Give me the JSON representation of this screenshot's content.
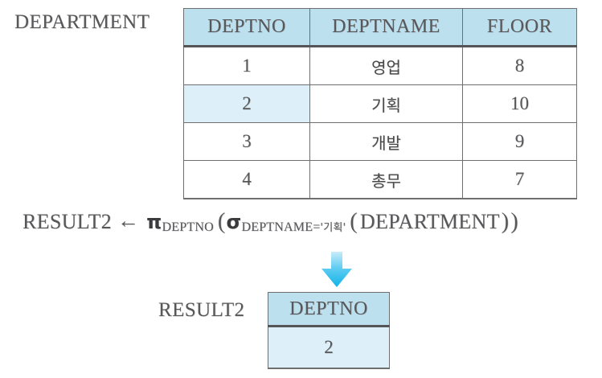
{
  "source": {
    "label": "DEPARTMENT",
    "columns": [
      "DEPTNO",
      "DEPTNAME",
      "FLOOR"
    ],
    "rows": [
      {
        "deptno": "1",
        "deptname": "영업",
        "floor": "8",
        "highlighted": false
      },
      {
        "deptno": "2",
        "deptname": "기획",
        "floor": "10",
        "highlighted": true
      },
      {
        "deptno": "3",
        "deptname": "개발",
        "floor": "9",
        "highlighted": false
      },
      {
        "deptno": "4",
        "deptname": "총무",
        "floor": "7",
        "highlighted": false
      }
    ]
  },
  "expression": {
    "result_name": "RESULT2",
    "assign_symbol": "←",
    "project_symbol": "π",
    "project_attributes": "DEPTNO",
    "open_paren": "(",
    "select_symbol": "σ",
    "select_condition_attribute": "DEPTNAME=",
    "select_condition_value": "'기획'",
    "operand_relation": "DEPARTMENT",
    "close_paren_inner": ")",
    "close_paren_outer": ")"
  },
  "arrow": {
    "direction": "down",
    "color_top": "#a9e4f7",
    "color_bottom": "#14b4e8"
  },
  "result": {
    "label": "RESULT2",
    "columns": [
      "DEPTNO"
    ],
    "rows": [
      {
        "deptno": "2"
      }
    ]
  },
  "colors": {
    "header_fill": "#bde0ef",
    "highlight_fill": "#ddf0f9",
    "border": "#6f6f6f",
    "text": "#58585a",
    "accent_cyan": "#29c5f0"
  }
}
